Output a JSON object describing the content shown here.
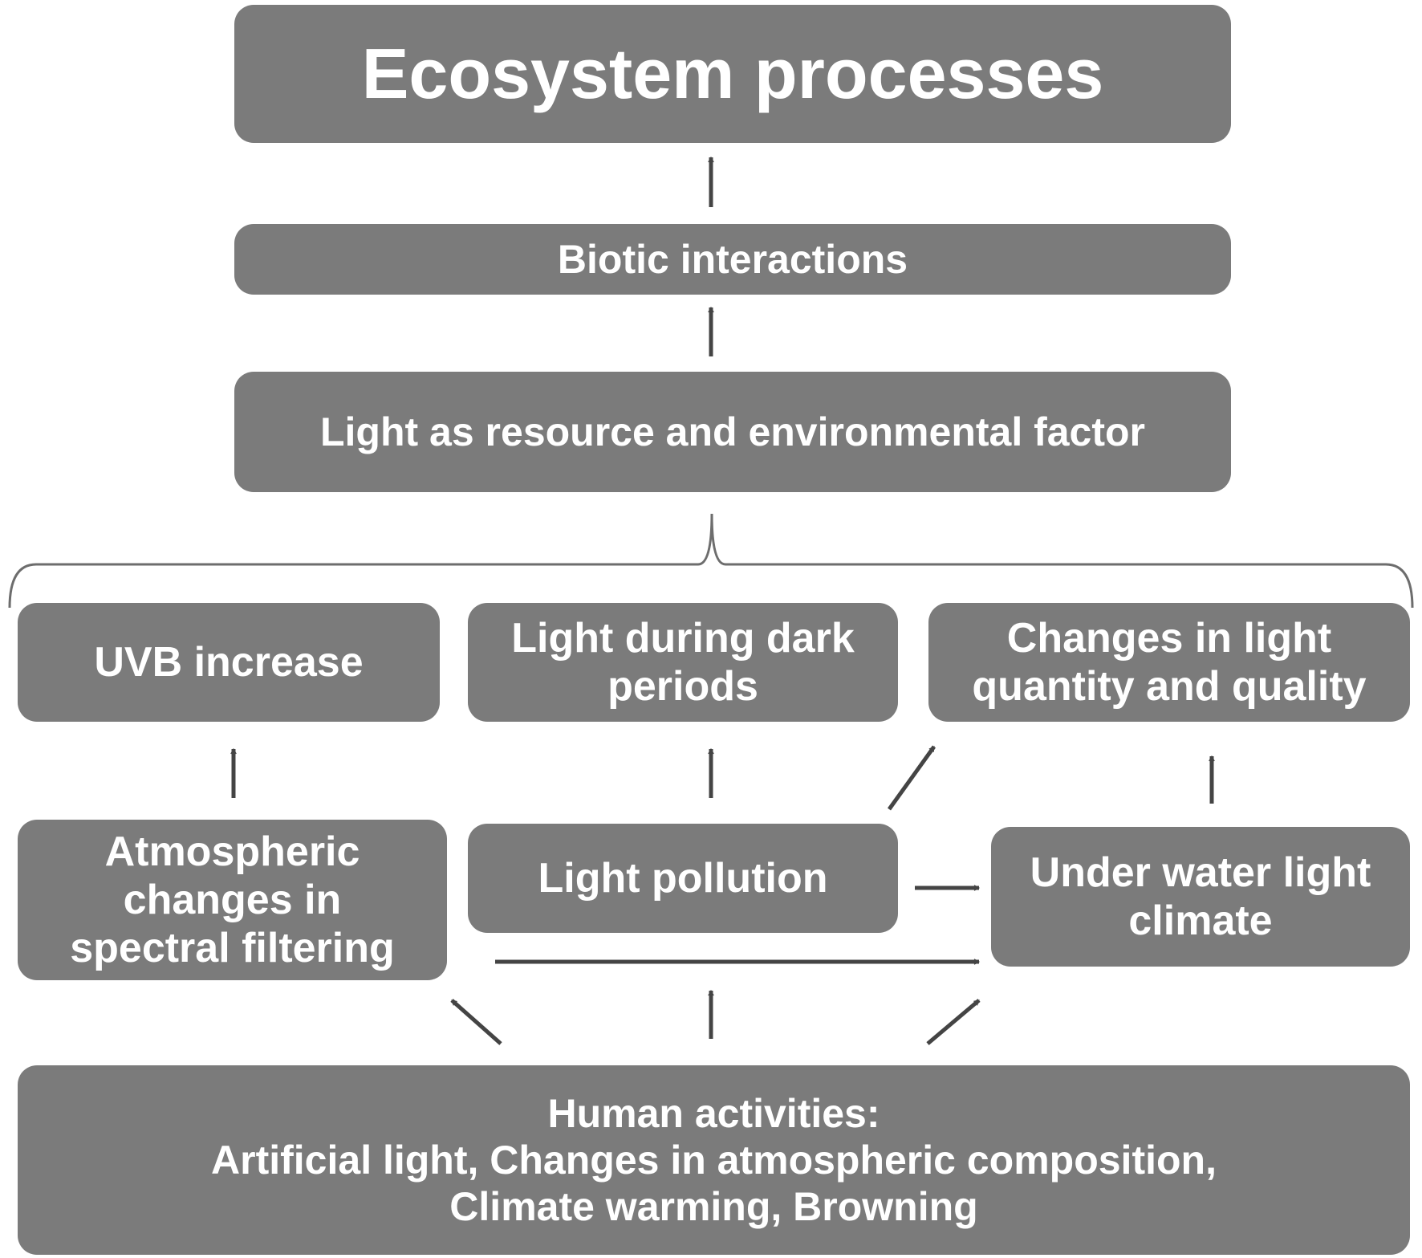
{
  "colors": {
    "box_fill": "#7b7b7b",
    "box_text": "#ffffff",
    "arrow": "#444444",
    "bracket": "#6d6d6d",
    "background": "#ffffff"
  },
  "nodes": {
    "ecosystem_processes": "Ecosystem processes",
    "biotic_interactions": "Biotic interactions",
    "light_resource": "Light as resource and environmental factor",
    "uvb_increase": "UVB increase",
    "light_dark_periods": [
      "Light during dark",
      "periods"
    ],
    "changes_light_quantity": [
      "Changes in light",
      "quantity and quality"
    ],
    "atmospheric_changes": [
      "Atmospheric",
      "changes in",
      "spectral filtering"
    ],
    "light_pollution": "Light pollution",
    "under_water_light": [
      "Under water light",
      "climate"
    ],
    "human_activities": {
      "title": "Human activities:",
      "items": [
        "Artificial light, Changes in atmospheric composition,",
        "Climate warming, Browning"
      ]
    }
  },
  "edges": [
    {
      "from": "biotic_interactions",
      "to": "ecosystem_processes"
    },
    {
      "from": "light_resource",
      "to": "biotic_interactions"
    },
    {
      "from": "uvb_increase",
      "to": "light_resource",
      "via": "bracket"
    },
    {
      "from": "light_dark_periods",
      "to": "light_resource",
      "via": "bracket"
    },
    {
      "from": "changes_light_quantity",
      "to": "light_resource",
      "via": "bracket"
    },
    {
      "from": "atmospheric_changes",
      "to": "uvb_increase"
    },
    {
      "from": "light_pollution",
      "to": "light_dark_periods"
    },
    {
      "from": "light_pollution",
      "to": "changes_light_quantity"
    },
    {
      "from": "light_pollution",
      "to": "under_water_light"
    },
    {
      "from": "atmospheric_changes",
      "to": "under_water_light"
    },
    {
      "from": "under_water_light",
      "to": "changes_light_quantity"
    },
    {
      "from": "human_activities",
      "to": "atmospheric_changes"
    },
    {
      "from": "human_activities",
      "to": "light_pollution"
    },
    {
      "from": "human_activities",
      "to": "under_water_light"
    }
  ]
}
